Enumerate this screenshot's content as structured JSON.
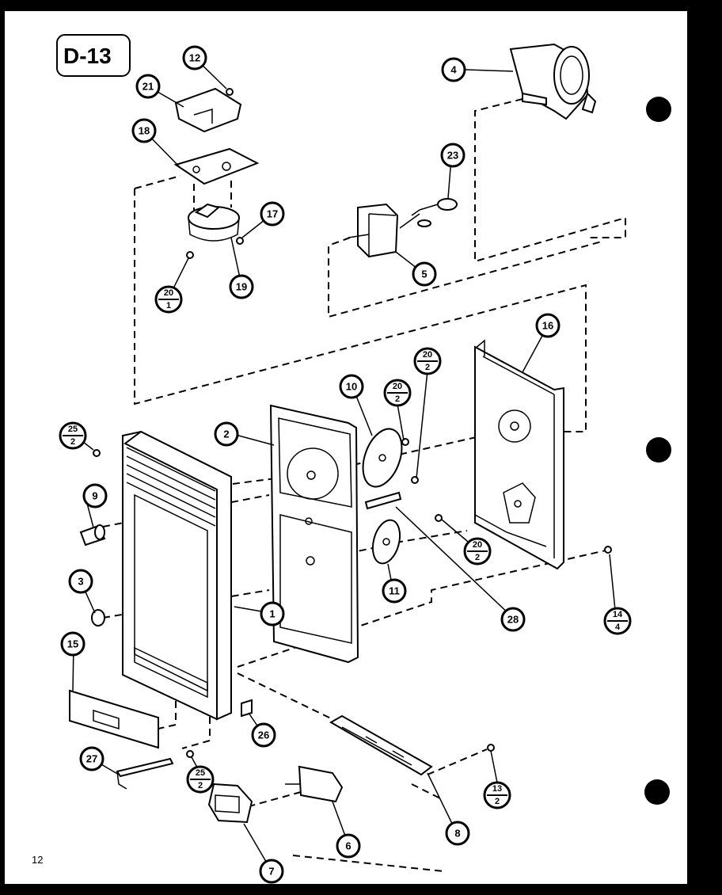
{
  "page_label": "D-13",
  "page_number": "12",
  "callouts": {
    "c1": "1",
    "c2": "2",
    "c3": "3",
    "c4": "4",
    "c5": "5",
    "c6": "6",
    "c7": "7",
    "c8": "8",
    "c9": "9",
    "c10": "10",
    "c11": "11",
    "c12": "12",
    "c15": "15",
    "c16": "16",
    "c17": "17",
    "c18": "18",
    "c19": "19",
    "c21": "21",
    "c23": "23",
    "c26": "26",
    "c27": "27",
    "c28": "28"
  },
  "fractions": {
    "f20_1": {
      "top": "20",
      "bottom": "1"
    },
    "f20_2a": {
      "top": "20",
      "bottom": "2"
    },
    "f20_2b": {
      "top": "20",
      "bottom": "2"
    },
    "f20_2c": {
      "top": "20",
      "bottom": "2"
    },
    "f25_2a": {
      "top": "25",
      "bottom": "2"
    },
    "f25_2b": {
      "top": "25",
      "bottom": "2"
    },
    "f14_4": {
      "top": "14",
      "bottom": "4"
    },
    "f13_2": {
      "top": "13",
      "bottom": "2"
    }
  }
}
